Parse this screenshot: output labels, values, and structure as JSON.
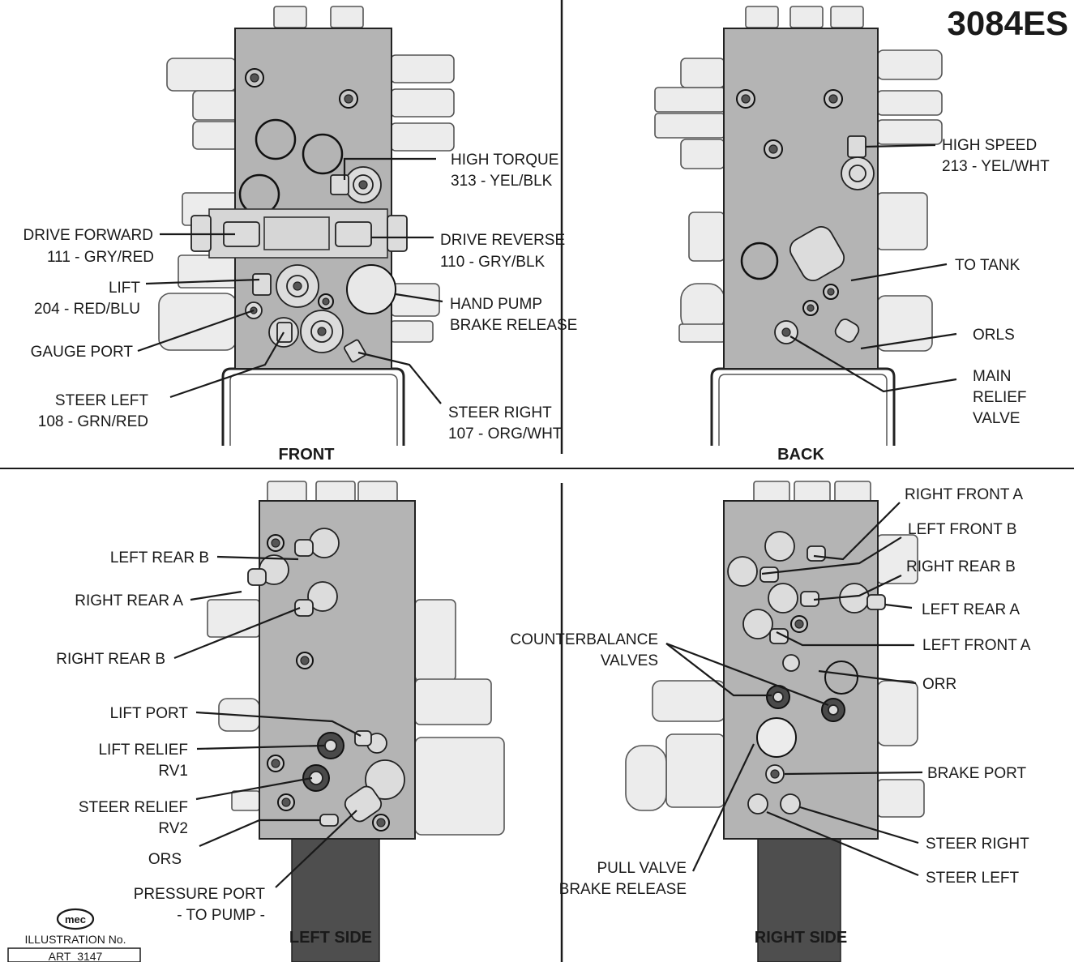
{
  "model": "3084ES",
  "views": {
    "front": "FRONT",
    "back": "BACK",
    "left_side": "LEFT SIDE",
    "right_side": "RIGHT SIDE"
  },
  "front_labels": {
    "high_torque_1": "HIGH TORQUE",
    "high_torque_2": "313 - YEL/BLK",
    "drive_forward_1": "DRIVE FORWARD",
    "drive_forward_2": "111 - GRY/RED",
    "drive_reverse_1": "DRIVE REVERSE",
    "drive_reverse_2": "110 - GRY/BLK",
    "lift_1": "LIFT",
    "lift_2": "204 - RED/BLU",
    "hand_pump_1": "HAND PUMP",
    "hand_pump_2": "BRAKE RELEASE",
    "gauge_port": "GAUGE PORT",
    "steer_left_1": "STEER LEFT",
    "steer_left_2": "108 - GRN/RED",
    "steer_right_1": "STEER RIGHT",
    "steer_right_2": "107 - ORG/WHT"
  },
  "back_labels": {
    "high_speed_1": "HIGH SPEED",
    "high_speed_2": "213 - YEL/WHT",
    "to_tank": "TO TANK",
    "orls": "ORLS",
    "main_relief_1": "MAIN",
    "main_relief_2": "RELIEF",
    "main_relief_3": "VALVE"
  },
  "left_labels": {
    "left_rear_b": "LEFT REAR B",
    "right_rear_a": "RIGHT REAR A",
    "right_rear_b": "RIGHT REAR B",
    "lift_port": "LIFT PORT",
    "lift_relief_1": "LIFT RELIEF",
    "lift_relief_2": "RV1",
    "steer_relief_1": "STEER RELIEF",
    "steer_relief_2": "RV2",
    "ors": "ORS",
    "pressure_port_1": "PRESSURE PORT",
    "pressure_port_2": "- TO PUMP -"
  },
  "right_labels": {
    "right_front_a": "RIGHT FRONT A",
    "left_front_b": "LEFT FRONT B",
    "right_rear_b": "RIGHT REAR B",
    "left_rear_a": "LEFT REAR A",
    "left_front_a": "LEFT FRONT A",
    "counterbalance_1": "COUNTERBALANCE",
    "counterbalance_2": "VALVES",
    "orr": "ORR",
    "brake_port": "BRAKE PORT",
    "steer_right": "STEER RIGHT",
    "steer_left": "STEER LEFT",
    "pull_valve_1": "PULL VALVE",
    "pull_valve_2": "BRAKE RELEASE"
  },
  "illustration": {
    "logo": "mec",
    "label": "ILLUSTRATION No.",
    "number": "ART_3147"
  },
  "colors": {
    "manifold": "#b4b4b4",
    "ink": "#1a1a1a"
  }
}
